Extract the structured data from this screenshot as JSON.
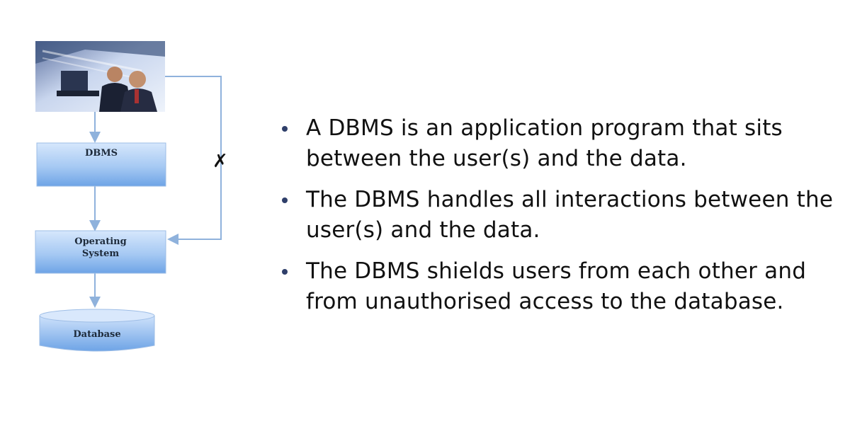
{
  "diagram": {
    "boxes": {
      "dbms": "DBMS",
      "os_line1": "Operating",
      "os_line2": "System",
      "database": "Database"
    },
    "blocked_marker": "✗",
    "colors": {
      "box_top": "#cfe2fb",
      "box_bottom": "#74a9ea",
      "arrow": "#8fb2dc"
    },
    "photo_icon": "business-users-photo"
  },
  "bullets": [
    "A DBMS is an application program that sits between the user(s) and the data.",
    "The DBMS handles all interactions between the user(s) and the data.",
    "The DBMS shields users from each other and from unauthorised access to the database."
  ]
}
